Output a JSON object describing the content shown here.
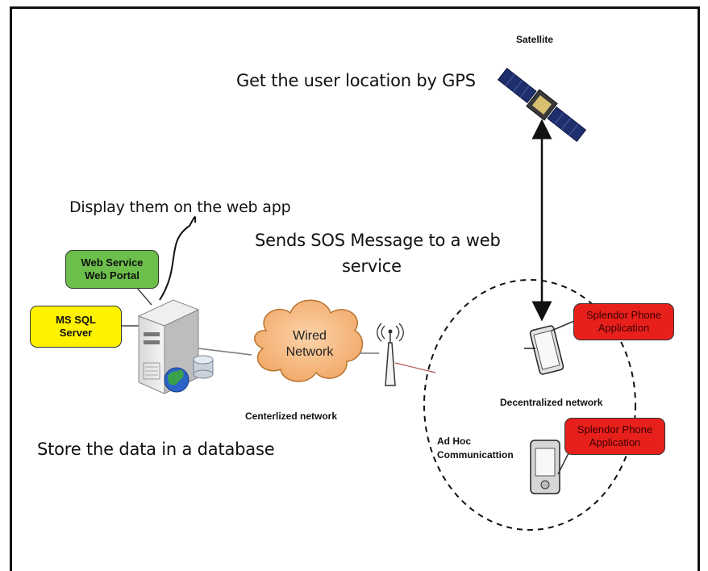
{
  "labels": {
    "gps": "Get the user location by GPS",
    "satellite": "Satellite",
    "display": "Display them on the web app",
    "sends_sos_line1": "Sends SOS Message to a web",
    "sends_sos_line2": "service",
    "store": "Store the data in a database",
    "centralized": "Centerlized network",
    "decentralized": "Decentralized network",
    "adhoc_line1": "Ad Hoc",
    "adhoc_line2": "Communicattion",
    "wired_line1": "Wired",
    "wired_line2": "Network"
  },
  "boxes": {
    "web_service": {
      "line1": "Web Service",
      "line2": "Web Portal"
    },
    "ms_sql": {
      "line1": "MS SQL",
      "line2": "Server"
    },
    "phone_app_1": {
      "line1": "Splendor Phone",
      "line2": "Application"
    },
    "phone_app_2": {
      "line1": "Splendor Phone",
      "line2": "Application"
    }
  },
  "colors": {
    "green": "#6cbf4a",
    "yellow": "#fff200",
    "red": "#e8201c",
    "cloud": "#f6b97e"
  },
  "icons": [
    "satellite-icon",
    "server-icon",
    "globe-icon",
    "database-icon",
    "antenna-icon",
    "tablet-icon",
    "smartphone-icon",
    "cloud-icon"
  ]
}
